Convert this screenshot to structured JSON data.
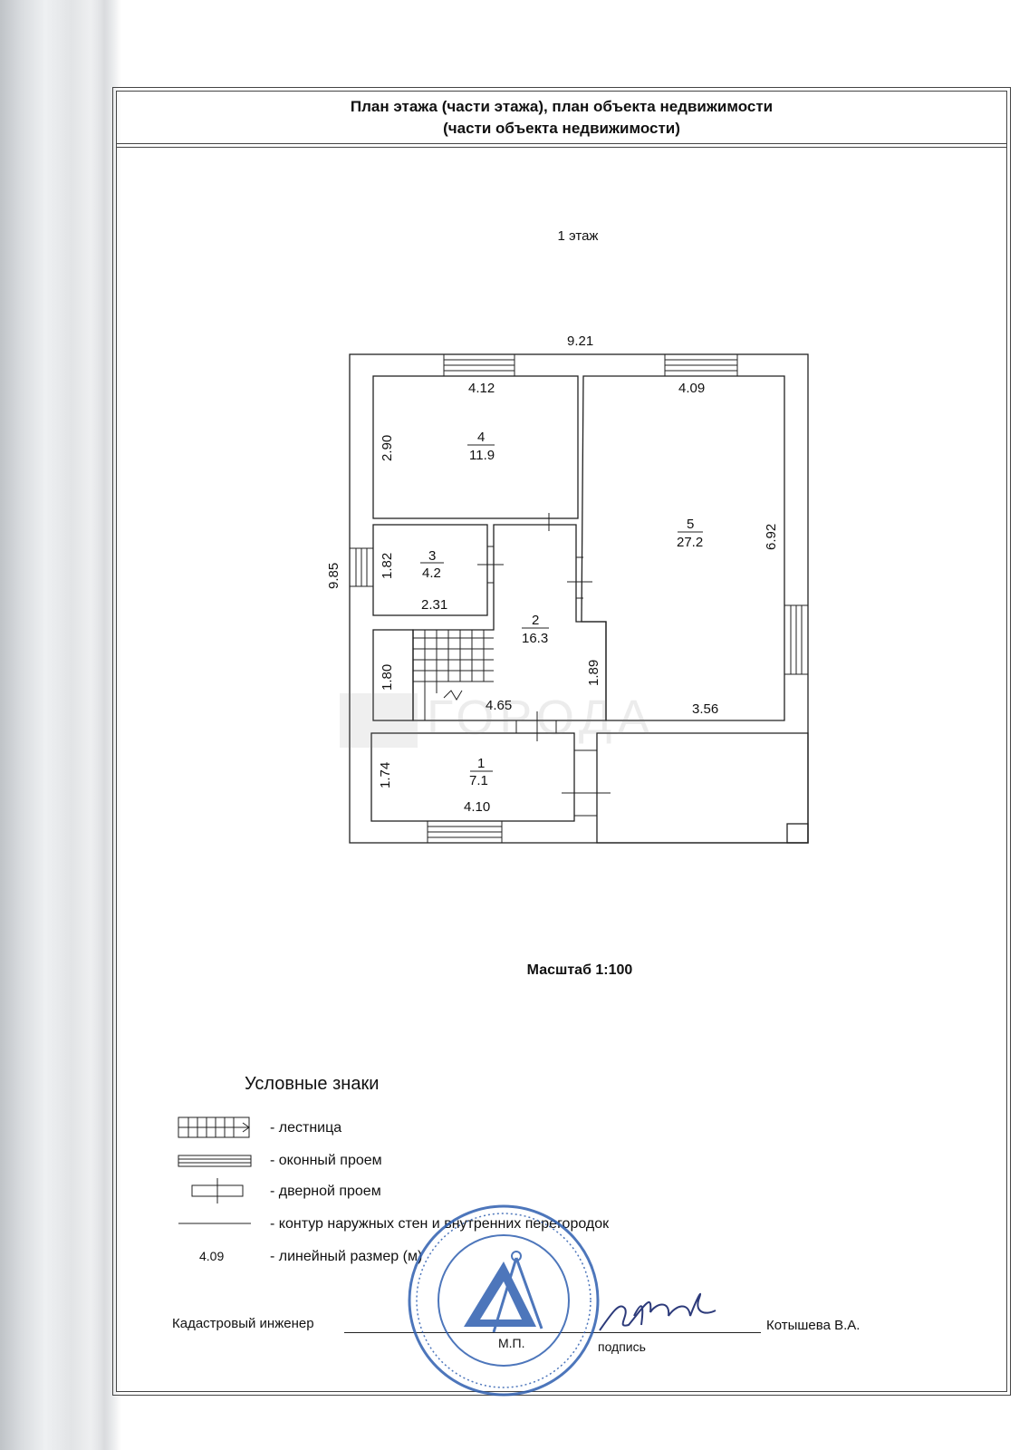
{
  "header": {
    "title_line1": "План этажа (части этажа), план объекта недвижимости",
    "title_line2": "(части объекта недвижимости)"
  },
  "floor_label": "1 этаж",
  "plan": {
    "overall": {
      "width": "9.21",
      "height": "9.85"
    },
    "rooms": [
      {
        "number": "1",
        "area": "7.1"
      },
      {
        "number": "2",
        "area": "16.3"
      },
      {
        "number": "3",
        "area": "4.2"
      },
      {
        "number": "4",
        "area": "11.9"
      },
      {
        "number": "5",
        "area": "27.2"
      }
    ],
    "dimensions": {
      "room4_width": "4.12",
      "room4_height": "2.90",
      "room5_width": "4.09",
      "room5_height": "6.92",
      "room5_bottom": "3.56",
      "room3_height": "1.82",
      "room3_width": "2.31",
      "stair_height": "1.80",
      "room2_width": "4.65",
      "room2_height": "1.89",
      "room1_height": "1.74",
      "room1_width": "4.10"
    }
  },
  "scale": "Масштаб 1:100",
  "legend": {
    "title": "Условные знаки",
    "items": [
      {
        "label": "- лестница"
      },
      {
        "label": "- оконный проем"
      },
      {
        "label": "- дверной проем"
      },
      {
        "label": "- контур наружных стен и внутренних перегородок"
      },
      {
        "label": "- линейный размер (м)"
      }
    ],
    "sample_dimension": "4.09"
  },
  "signature": {
    "role": "Кадастровый инженер",
    "name": "Котышева В.А.",
    "mp": "М.П.",
    "podpis": "подпись"
  },
  "watermark": "ГОРОДА",
  "stamp_color": "#2f5fb0"
}
